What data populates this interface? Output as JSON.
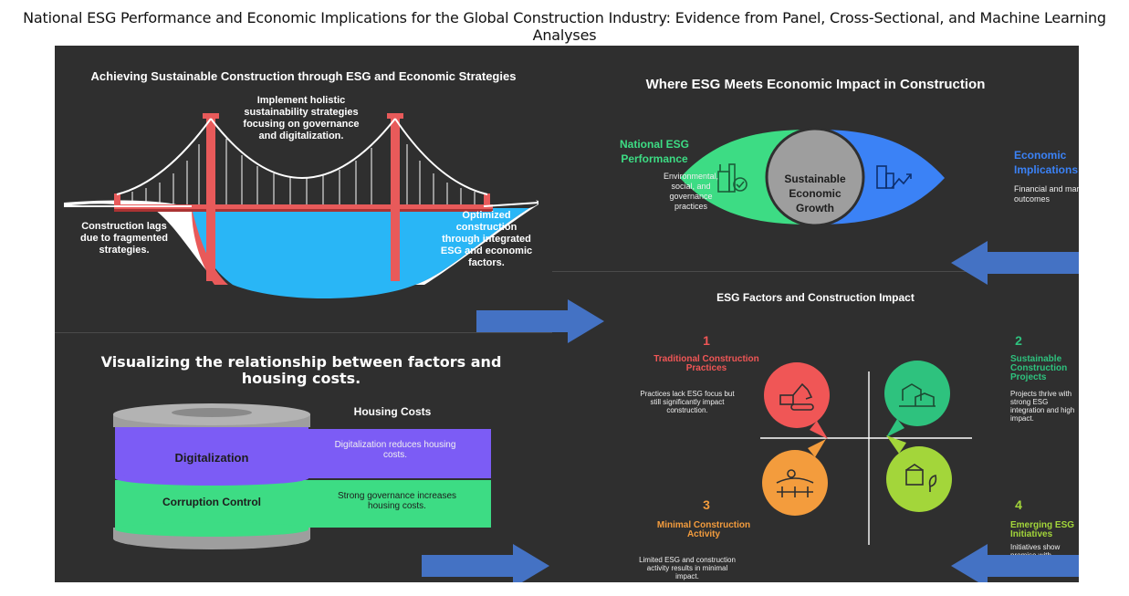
{
  "page_title": "National ESG Performance and Economic Implications for the Global Construction Industry: Evidence from Panel, Cross-Sectional, and Machine Learning Analyses",
  "bridge_panel": {
    "title": "Achieving Sustainable Construction through ESG and Economic Strategies",
    "top_text": "Implement holistic sustainability strategies focusing on governance and digitalization.",
    "left_text": "Construction lags due to fragmented strategies.",
    "right_text": "Optimized construction through integrated ESG and economic factors."
  },
  "venn_panel": {
    "title": "Where ESG Meets Economic Impact in Construction",
    "left_title": "National ESG Performance",
    "left_desc": "Environmental, social, and governance practices",
    "center": "Sustainable Economic Growth",
    "right_title": "Economic Implications",
    "right_desc": "Financial and market outcomes"
  },
  "housing_panel": {
    "title": "Visualizing the relationship between factors and housing costs.",
    "legend_title": "Housing Costs",
    "layer_top": "Digitalization",
    "layer_bottom": "Corruption Control",
    "note_top": "Digitalization reduces housing costs.",
    "note_bottom": "Strong governance increases housing costs."
  },
  "factors_panel": {
    "title": "ESG Factors and Construction Impact",
    "quadrants": [
      {
        "num": "1",
        "title": "Traditional Construction Practices",
        "desc": "Practices lack ESG focus but still significantly impact construction."
      },
      {
        "num": "2",
        "title": "Sustainable Construction Projects",
        "desc": "Projects thrive with strong ESG integration and high impact."
      },
      {
        "num": "3",
        "title": "Minimal Construction Activity",
        "desc": "Limited ESG and construction activity results in minimal impact."
      },
      {
        "num": "4",
        "title": "Emerging ESG Initiatives",
        "desc": "Initiatives show promise with growing ESG focus but low impact."
      }
    ]
  },
  "colors": {
    "background": "#2f2f2f",
    "bridge_red": "#e85a5a",
    "water": "#29b6f6",
    "esg_green": "#3ddc84",
    "econ_blue": "#3b82f6",
    "purple": "#7c5cf5",
    "q1": "#f05656",
    "q2": "#2ec27e",
    "q3": "#f39c3d",
    "q4": "#a3d63a",
    "arrow_blue": "#4472c4"
  }
}
